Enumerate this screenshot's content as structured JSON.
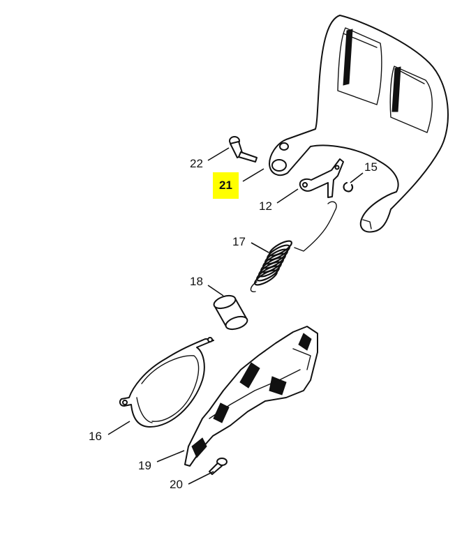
{
  "highlight_color": "#FFFF00",
  "callouts": {
    "p22": "22",
    "p21": "21",
    "p15": "15",
    "p12": "12",
    "p17": "17",
    "p18": "18",
    "p16": "16",
    "p19": "19",
    "p20": "20"
  },
  "icons": [
    "hand-guard",
    "bolt",
    "lever",
    "circlip",
    "spring",
    "bushing",
    "brake-band",
    "cover-plate",
    "screw"
  ]
}
